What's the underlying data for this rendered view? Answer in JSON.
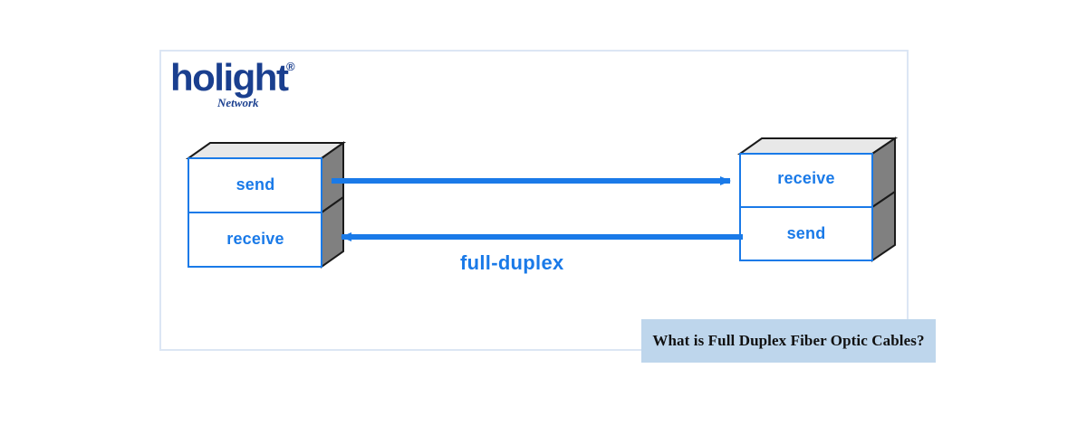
{
  "brand": {
    "name": "holight",
    "trademark": "®",
    "tagline": "Network"
  },
  "diagram": {
    "type": "full-duplex-fiber-link",
    "mode_label": "full-duplex",
    "left_device": {
      "name": "left-transceiver",
      "upper_port": "send",
      "lower_port": "receive"
    },
    "right_device": {
      "name": "right-transceiver",
      "upper_port": "receive",
      "lower_port": "send"
    },
    "links": [
      {
        "name": "upper-link",
        "from": "left.send",
        "to": "right.receive",
        "direction": "left-to-right"
      },
      {
        "name": "lower-link",
        "from": "right.send",
        "to": "left.receive",
        "direction": "right-to-left"
      }
    ]
  },
  "caption": {
    "text": "What is Full Duplex Fiber Optic Cables?"
  },
  "colors": {
    "accent_blue": "#1a7ae8",
    "brand_navy": "#1a3f8f",
    "frame_border": "#dce6f4",
    "caption_bg": "#bed6ec",
    "box_side": "#808080",
    "box_top": "#e8e8e8",
    "box_face": "#ffffff",
    "outline_black": "#1a1a1a"
  }
}
